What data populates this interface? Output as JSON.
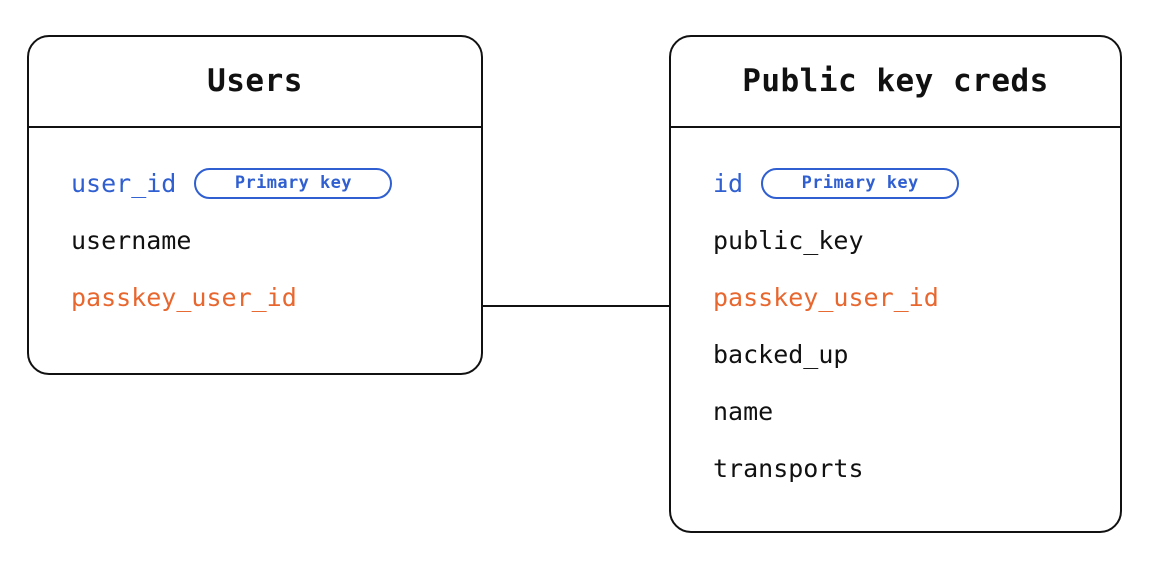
{
  "diagram": {
    "type": "entity-relationship",
    "background_color": "#ffffff",
    "colors": {
      "border": "#111111",
      "text": "#111111",
      "primary_key": "#2f5fd0",
      "foreign_key": "#e8672f"
    },
    "entities": [
      {
        "id": "users",
        "title": "Users",
        "fields": [
          {
            "name": "user_id",
            "color": "blue",
            "badge": "Primary key"
          },
          {
            "name": "username",
            "color": "black",
            "badge": null
          },
          {
            "name": "passkey_user_id",
            "color": "orange",
            "badge": null
          }
        ]
      },
      {
        "id": "public-key-creds",
        "title": "Public key creds",
        "fields": [
          {
            "name": "id",
            "color": "blue",
            "badge": "Primary key"
          },
          {
            "name": "public_key",
            "color": "black",
            "badge": null
          },
          {
            "name": "passkey_user_id",
            "color": "orange",
            "badge": null
          },
          {
            "name": "backed_up",
            "color": "black",
            "badge": null
          },
          {
            "name": "name",
            "color": "black",
            "badge": null
          },
          {
            "name": "transports",
            "color": "black",
            "badge": null
          }
        ]
      }
    ],
    "relationships": [
      {
        "from": "users.passkey_user_id",
        "to": "public-key-creds.passkey_user_id"
      }
    ]
  }
}
